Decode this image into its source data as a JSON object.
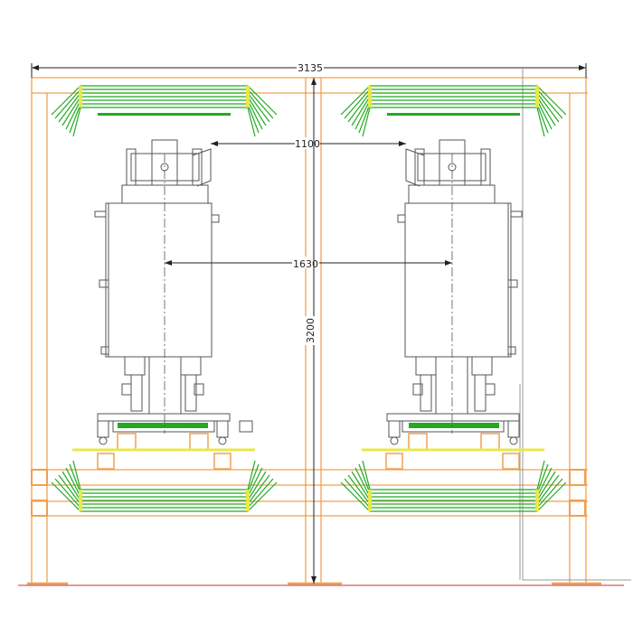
{
  "drawing": {
    "dimensions": {
      "overall_width": "3135",
      "top_spacing": "1100",
      "center_spacing": "1630",
      "height": "3200"
    },
    "colors": {
      "frame": "#f0a050",
      "green": "#22aa22",
      "yellow": "#e8e84a",
      "mechanical": "#555555",
      "dimension": "#222222",
      "ground": "#d03030"
    }
  }
}
